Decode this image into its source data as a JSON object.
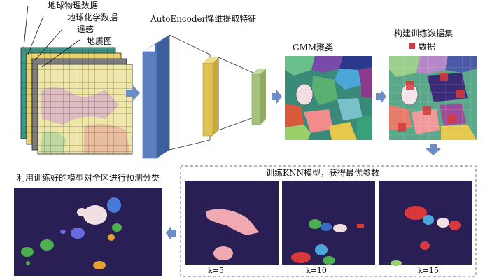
{
  "layers": {
    "geophysics": "地球物理数据",
    "geochemistry": "地球化学数据",
    "remote_sensing": "遥感",
    "geology_map": "地质图"
  },
  "autoencoder_label": "AutoEncoder降维提取特征",
  "gmm_label": "GMM聚类",
  "training_set_label": "构建训练数据集",
  "legend_data_label": "数据",
  "knn_label": "训练KNN模型，获得最优参数",
  "predict_label": "利用训练好的模型对全区进行预测分类",
  "k_values": [
    "k=5",
    "k=10",
    "k=15"
  ],
  "colors": {
    "arrow": "#6b8cc4",
    "dark_panel": "#2a1f54",
    "encoder_blue": "#5b7fc0",
    "encoder_yellow": "#e0c25a",
    "encoder_green": "#a6c27a",
    "dashed_border": "#6a6aa8",
    "legend_red": "#d8383a"
  }
}
